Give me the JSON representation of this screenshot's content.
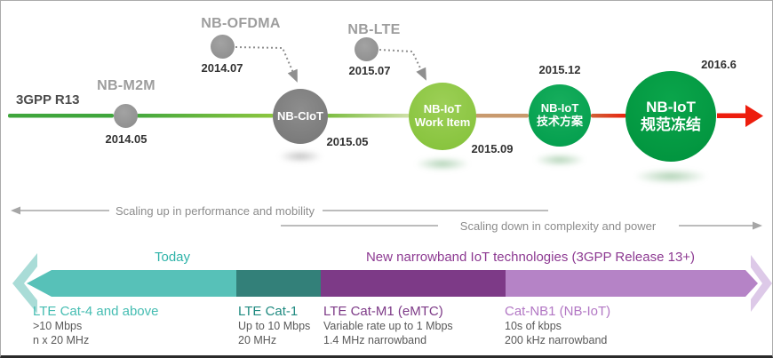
{
  "title": "3GPP R13 NB-IoT standardization timeline",
  "colors": {
    "timeline_green": "#3fa63c",
    "timeline_light_green": "#8cc63f",
    "timeline_tan": "#c89a6e",
    "timeline_red": "#ed1d0d",
    "gray_circle": "#8b8b8b",
    "work_item_green": "#8cc63f",
    "tech_solution_green": "#00a551",
    "spec_freeze_green": "#009a42",
    "teal_segment": "#57c1b8",
    "dark_teal_segment": "#338079",
    "purple_segment": "#7d3a87",
    "light_purple_segment": "#b583c6"
  },
  "timeline": {
    "release_label": "3GPP R13",
    "milestones": [
      {
        "label": "NB-M2M",
        "date": "2014.05"
      },
      {
        "label": "NB-OFDMA",
        "date": "2014.07"
      },
      {
        "label": "NB-CIoT",
        "date": "2015.05"
      },
      {
        "label": "NB-LTE",
        "date": "2015.07"
      },
      {
        "line1": "NB-IoT",
        "line2": "Work Item",
        "date": "2015.09"
      },
      {
        "line1": "NB-IoT",
        "line2": "技术方案",
        "date": "2015.12"
      },
      {
        "line1": "NB-IoT",
        "line2": "规范冻结",
        "date": "2016.6"
      }
    ]
  },
  "scaling": {
    "up": "Scaling up in performance and mobility",
    "down": "Scaling down in complexity and power"
  },
  "bar": {
    "today": "Today",
    "new_tech": "New narrowband IoT technologies (3GPP Release 13+)",
    "segments": [
      {
        "name": "LTE Cat-4 and above",
        "spec1": ">10 Mbps",
        "spec2": "n x 20 MHz"
      },
      {
        "name": "LTE Cat-1",
        "spec1": "Up to 10 Mbps",
        "spec2": "20 MHz"
      },
      {
        "name": "LTE Cat-M1 (eMTC)",
        "spec1": "Variable rate up to 1 Mbps",
        "spec2": "1.4 MHz narrowband"
      },
      {
        "name": "Cat-NB1 (NB-IoT)",
        "spec1": "10s of kbps",
        "spec2": "200 kHz narrowband"
      }
    ]
  }
}
